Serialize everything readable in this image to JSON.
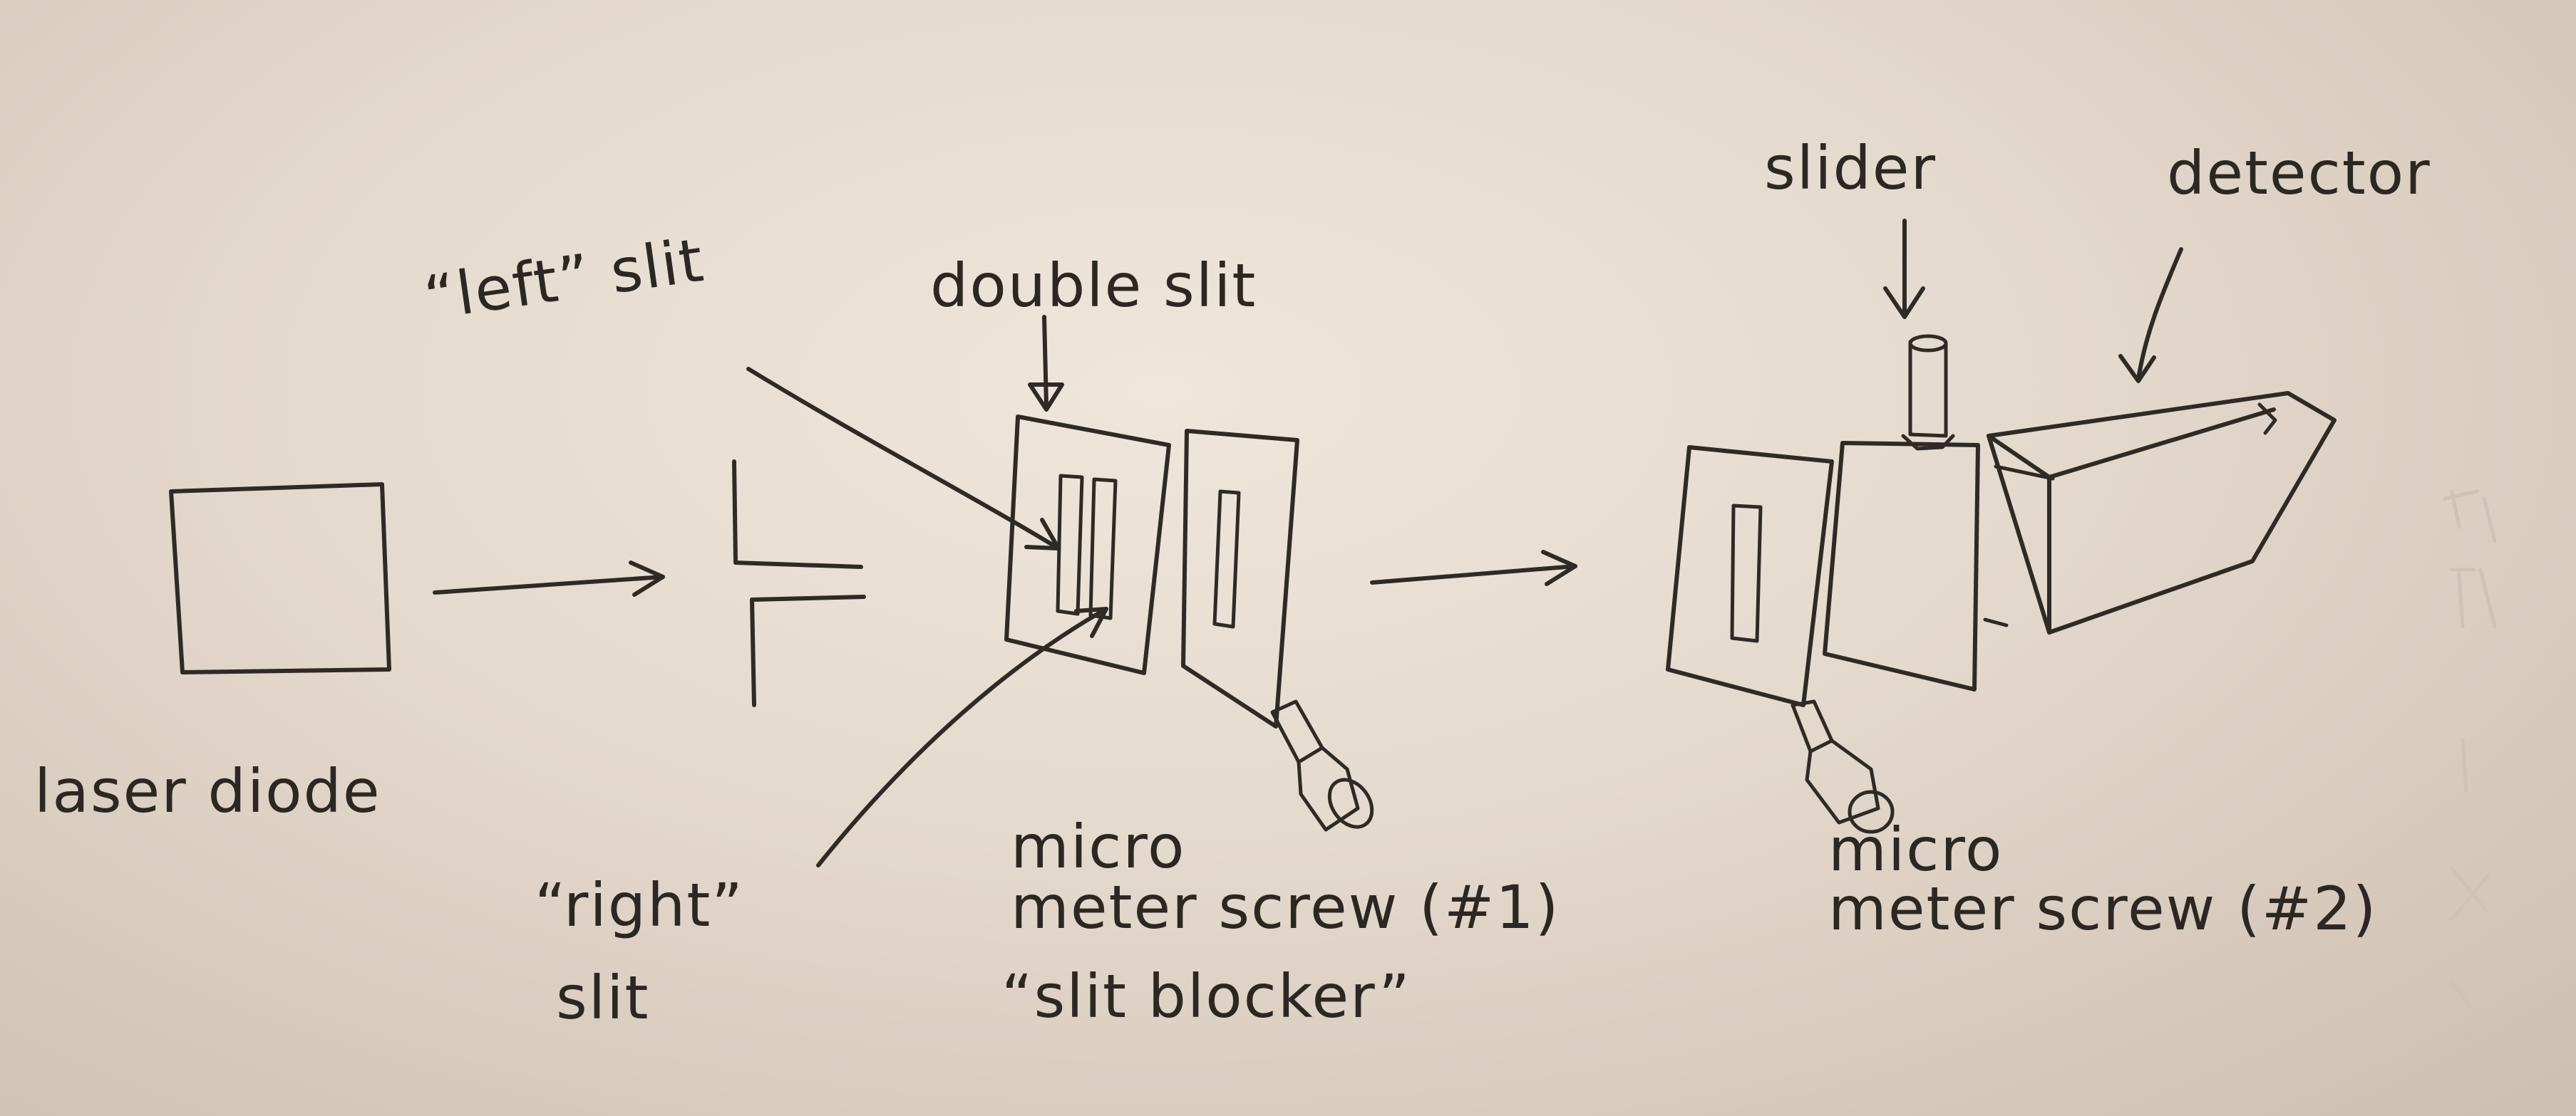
{
  "labels": {
    "laser_diode": "laser diode",
    "left_slit": "“left” slit",
    "double_slit": "double slit",
    "right_slit_line1": "“right”",
    "right_slit_line2": "slit",
    "micro_screw1_line1": "micro",
    "micro_screw1_line2": "meter screw (#1)",
    "slit_blocker": "“slit blocker”",
    "slider": "slider",
    "detector": "detector",
    "micro_screw2_line1": "micro",
    "micro_screw2_line2": "meter screw (#2)"
  },
  "colors": {
    "ink": "#2f2a25",
    "paper": "#e8ded3"
  }
}
